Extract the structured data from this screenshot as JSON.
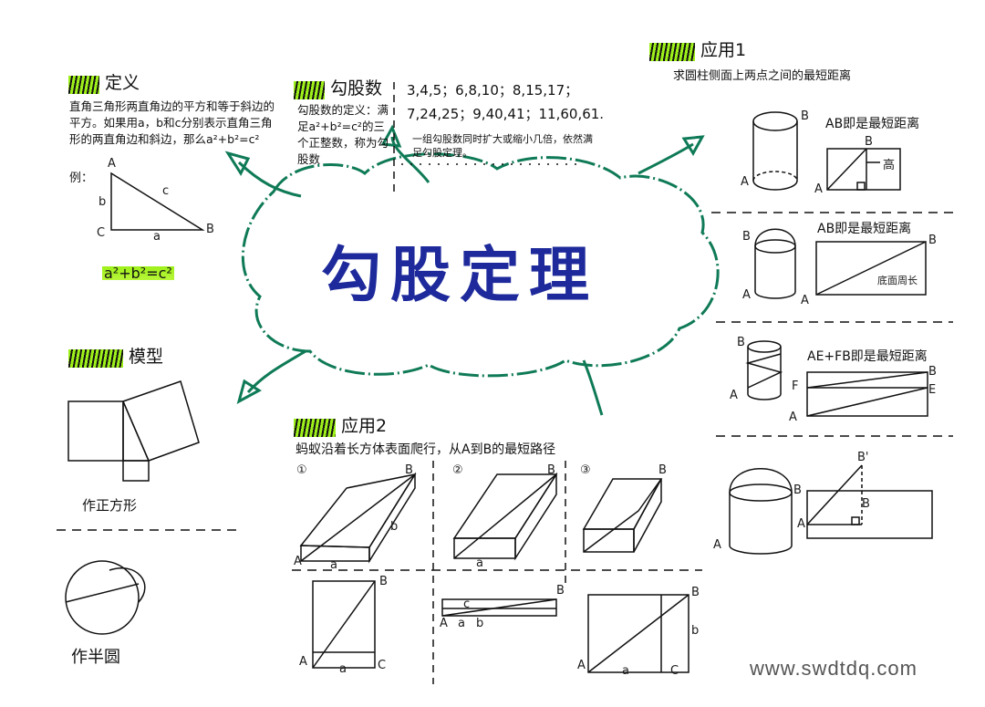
{
  "title": "勾股定理",
  "colors": {
    "title": "#1e2a9b",
    "highlight": "#9ef01a",
    "cloud": "#0f7a57",
    "ink": "#111111"
  },
  "definition": {
    "heading": "定义",
    "text": "直角三角形两直角边的平方和等于斜边的平方。如果用a，b和c分别表示直角三角形的两直角边和斜边，那么a²+b²=c²",
    "example_label": "例：",
    "vertex_a": "A",
    "vertex_b": "B",
    "vertex_c": "C",
    "side_a": "a",
    "side_b": "b",
    "side_c": "c",
    "formula": "a²+b²=c²"
  },
  "pythagorean_numbers": {
    "heading": "勾股数",
    "definition": "勾股数的定义：满足a²+b²=c²的三个正整数，称为勾股数",
    "line1": "3,4,5；6,8,10；8,15,17；",
    "line2": "7,24,25；9,40,41；11,60,61.",
    "note": "一组勾股数同时扩大或缩小几倍，依然满足勾股定理。"
  },
  "model": {
    "heading": "模型",
    "caption1": "作正方形",
    "caption2": "作半圆"
  },
  "application1": {
    "heading": "应用1",
    "subtitle": "求圆柱侧面上两点之间的最短距离",
    "case1": {
      "label": "AB即是最短距离",
      "a": "A",
      "b": "B",
      "height": "高"
    },
    "case2": {
      "label": "AB即是最短距离",
      "a": "A",
      "b": "B",
      "perimeter": "底面周长"
    },
    "case3": {
      "label": "AE+FB即是最短距离",
      "a": "A",
      "b": "B",
      "e": "E",
      "f": "F"
    },
    "case4": {
      "a": "A",
      "b": "B",
      "b_prime": "B'"
    }
  },
  "application2": {
    "heading": "应用2",
    "subtitle": "蚂蚁沿着长方体表面爬行，从A到B的最短路径",
    "cases": [
      "①",
      "②",
      "③"
    ],
    "a": "A",
    "b": "B",
    "c": "C",
    "side_a": "a",
    "side_b": "b",
    "side_c": "c"
  },
  "watermark": "www.swdtdq.com"
}
